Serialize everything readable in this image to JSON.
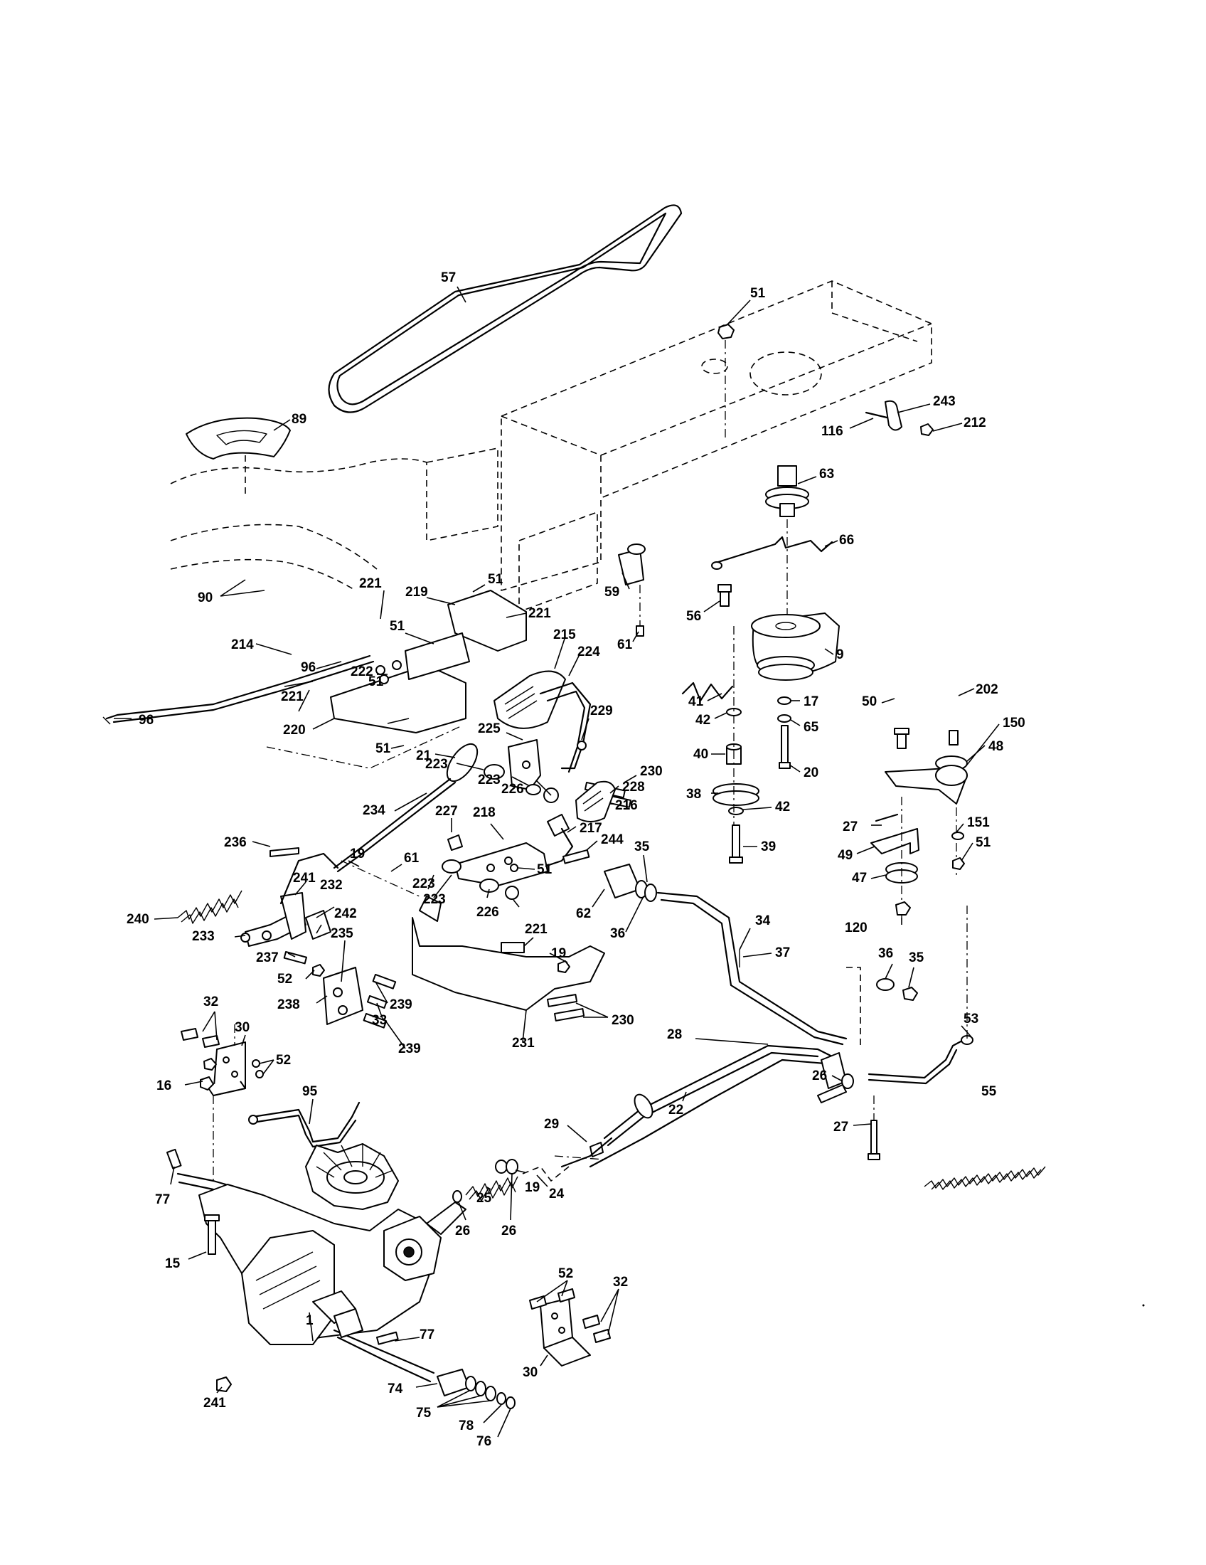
{
  "labels": [
    {
      "id": "57",
      "text": "57"
    },
    {
      "id": "51a",
      "text": "51"
    },
    {
      "id": "89",
      "text": "89"
    },
    {
      "id": "243",
      "text": "243"
    },
    {
      "id": "116",
      "text": "116"
    },
    {
      "id": "212",
      "text": "212"
    },
    {
      "id": "63",
      "text": "63"
    },
    {
      "id": "66",
      "text": "66"
    },
    {
      "id": "90",
      "text": "90"
    },
    {
      "id": "51b",
      "text": "51"
    },
    {
      "id": "221a",
      "text": "221"
    },
    {
      "id": "219",
      "text": "219"
    },
    {
      "id": "221b",
      "text": "221"
    },
    {
      "id": "59",
      "text": "59"
    },
    {
      "id": "56",
      "text": "56"
    },
    {
      "id": "61a",
      "text": "61"
    },
    {
      "id": "51c",
      "text": "51"
    },
    {
      "id": "215",
      "text": "215"
    },
    {
      "id": "9",
      "text": "9"
    },
    {
      "id": "214",
      "text": "214"
    },
    {
      "id": "96a",
      "text": "96"
    },
    {
      "id": "222",
      "text": "222"
    },
    {
      "id": "224",
      "text": "224"
    },
    {
      "id": "51d",
      "text": "51"
    },
    {
      "id": "221c",
      "text": "221"
    },
    {
      "id": "96b",
      "text": "96"
    },
    {
      "id": "41",
      "text": "41"
    },
    {
      "id": "17",
      "text": "17"
    },
    {
      "id": "50",
      "text": "50"
    },
    {
      "id": "202",
      "text": "202"
    },
    {
      "id": "220",
      "text": "220"
    },
    {
      "id": "225",
      "text": "225"
    },
    {
      "id": "229",
      "text": "229"
    },
    {
      "id": "42a",
      "text": "42"
    },
    {
      "id": "65",
      "text": "65"
    },
    {
      "id": "150",
      "text": "150"
    },
    {
      "id": "51e",
      "text": "51"
    },
    {
      "id": "223a",
      "text": "223"
    },
    {
      "id": "21",
      "text": "21"
    },
    {
      "id": "40",
      "text": "40"
    },
    {
      "id": "230a",
      "text": "230"
    },
    {
      "id": "20",
      "text": "20"
    },
    {
      "id": "48",
      "text": "48"
    },
    {
      "id": "223b",
      "text": "223"
    },
    {
      "id": "226a",
      "text": "226"
    },
    {
      "id": "228",
      "text": "228"
    },
    {
      "id": "38",
      "text": "38"
    },
    {
      "id": "216",
      "text": "216"
    },
    {
      "id": "42b",
      "text": "42"
    },
    {
      "id": "234",
      "text": "234"
    },
    {
      "id": "227",
      "text": "227"
    },
    {
      "id": "218",
      "text": "218"
    },
    {
      "id": "217",
      "text": "217"
    },
    {
      "id": "27a",
      "text": "27"
    },
    {
      "id": "151",
      "text": "151"
    },
    {
      "id": "236",
      "text": "236"
    },
    {
      "id": "244",
      "text": "244"
    },
    {
      "id": "35a",
      "text": "35"
    },
    {
      "id": "39",
      "text": "39"
    },
    {
      "id": "51f",
      "text": "51"
    },
    {
      "id": "49",
      "text": "49"
    },
    {
      "id": "19a",
      "text": "19"
    },
    {
      "id": "61b",
      "text": "61"
    },
    {
      "id": "51g",
      "text": "51"
    },
    {
      "id": "47",
      "text": "47"
    },
    {
      "id": "240",
      "text": "240"
    },
    {
      "id": "241a",
      "text": "241"
    },
    {
      "id": "232",
      "text": "232"
    },
    {
      "id": "223c",
      "text": "223"
    },
    {
      "id": "223d",
      "text": "223"
    },
    {
      "id": "226b",
      "text": "226"
    },
    {
      "id": "62",
      "text": "62"
    },
    {
      "id": "36a",
      "text": "36"
    },
    {
      "id": "120",
      "text": "120"
    },
    {
      "id": "242",
      "text": "242"
    },
    {
      "id": "233",
      "text": "233"
    },
    {
      "id": "235",
      "text": "235"
    },
    {
      "id": "221d",
      "text": "221"
    },
    {
      "id": "34",
      "text": "34"
    },
    {
      "id": "237",
      "text": "237"
    },
    {
      "id": "19b",
      "text": "19"
    },
    {
      "id": "37",
      "text": "37"
    },
    {
      "id": "36b",
      "text": "36"
    },
    {
      "id": "35b",
      "text": "35"
    },
    {
      "id": "52a",
      "text": "52"
    },
    {
      "id": "239a",
      "text": "239"
    },
    {
      "id": "238",
      "text": "238"
    },
    {
      "id": "32a",
      "text": "32"
    },
    {
      "id": "33",
      "text": "33"
    },
    {
      "id": "230b",
      "text": "230"
    },
    {
      "id": "30a",
      "text": "30"
    },
    {
      "id": "239b",
      "text": "239"
    },
    {
      "id": "231",
      "text": "231"
    },
    {
      "id": "53",
      "text": "53"
    },
    {
      "id": "28",
      "text": "28"
    },
    {
      "id": "52b",
      "text": "52"
    },
    {
      "id": "16",
      "text": "16"
    },
    {
      "id": "95",
      "text": "95"
    },
    {
      "id": "26a",
      "text": "26"
    },
    {
      "id": "55",
      "text": "55"
    },
    {
      "id": "22",
      "text": "22"
    },
    {
      "id": "29",
      "text": "29"
    },
    {
      "id": "27b",
      "text": "27"
    },
    {
      "id": "77a",
      "text": "77"
    },
    {
      "id": "25",
      "text": "25"
    },
    {
      "id": "19c",
      "text": "19"
    },
    {
      "id": "24",
      "text": "24"
    },
    {
      "id": "26b",
      "text": "26"
    },
    {
      "id": "26c",
      "text": "26"
    },
    {
      "id": "15",
      "text": "15"
    },
    {
      "id": "52c",
      "text": "52"
    },
    {
      "id": "32b",
      "text": "32"
    },
    {
      "id": "77b",
      "text": "77"
    },
    {
      "id": "1",
      "text": "1"
    },
    {
      "id": "30b",
      "text": "30"
    },
    {
      "id": "241b",
      "text": "241"
    },
    {
      "id": "74",
      "text": "74"
    },
    {
      "id": "75",
      "text": "75"
    },
    {
      "id": "78",
      "text": "78"
    },
    {
      "id": "76",
      "text": "76"
    }
  ]
}
